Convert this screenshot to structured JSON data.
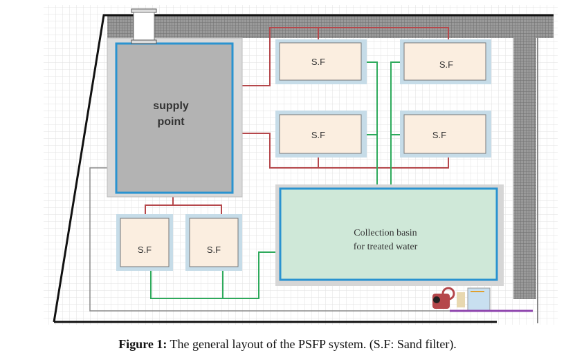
{
  "diagram": {
    "supply_label_line1": "supply",
    "supply_label_line2": "point",
    "filters": [
      "S.F",
      "S.F",
      "S.F",
      "S.F",
      "S.F",
      "S.F"
    ],
    "basin_line1": "Collection basin",
    "basin_line2": "for treated water",
    "colors": {
      "feed_pipe": "#b5474b",
      "treated_pipe": "#2eaa5c",
      "tank_border": "#2a93d0",
      "basin_fill": "#cfe8d8",
      "filter_fill": "#fbeee0",
      "supply_fill": "#b3b3b3",
      "drain": "#8e44ad"
    }
  },
  "caption": {
    "label": "Figure 1:",
    "text": " The general layout of the PSFP system. (S.F: Sand filter)."
  }
}
